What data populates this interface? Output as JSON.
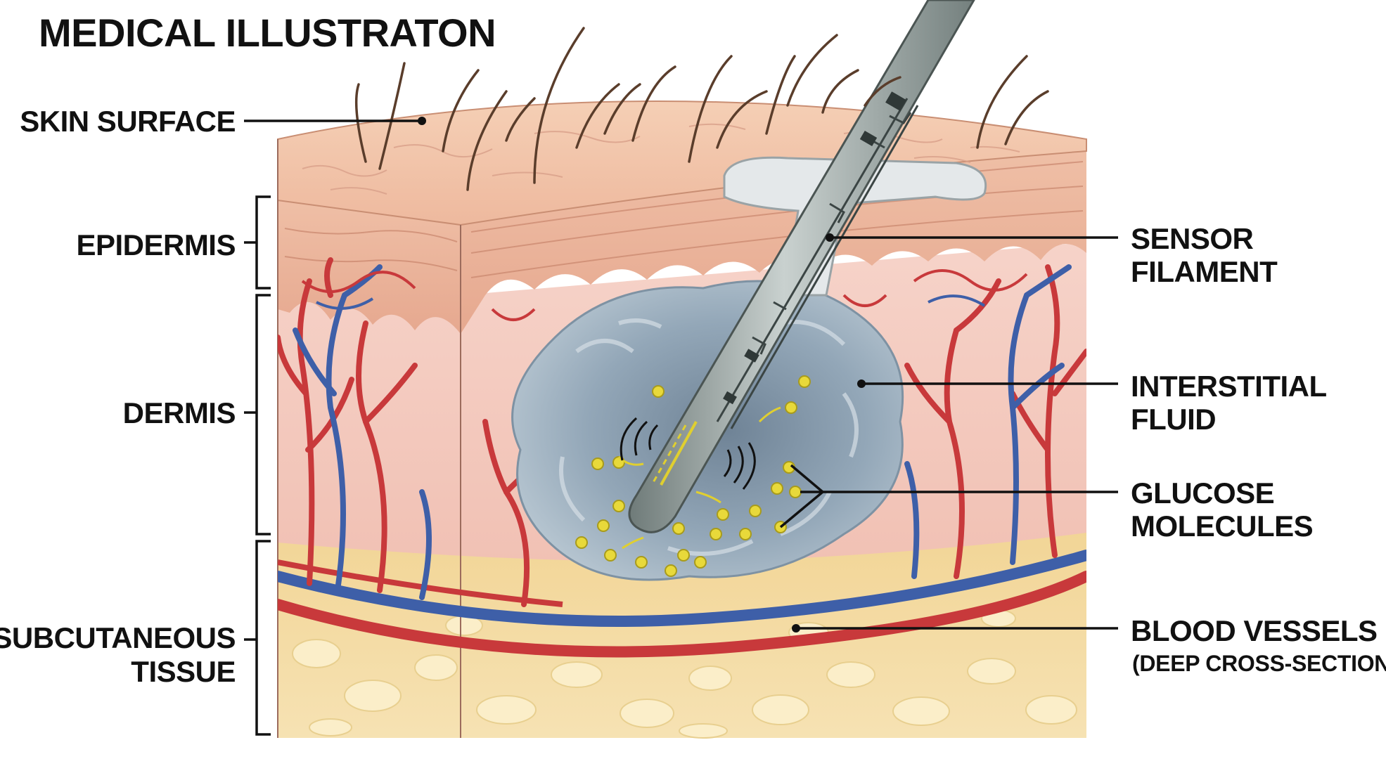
{
  "title": "MEDICAL ILLUSTRATON",
  "labels": {
    "skin_surface": "SKIN SURFACE",
    "epidermis": "EPIDERMIS",
    "dermis": "DERMIS",
    "subcutaneous_line1": "SUBCUTANEOUS",
    "subcutaneous_line2": "TISSUE",
    "sensor_line1": "SENSOR",
    "sensor_line2": "FILAMENT",
    "fluid_line1": "INTERSTITIAL",
    "fluid_line2": "FLUID",
    "glucose_line1": "GLUCOSE",
    "glucose_line2": "MOLECULES",
    "vessels_line1": "BLOOD VESSELS",
    "vessels_line2": "(DEEP CROSS-SECTION)"
  },
  "colors": {
    "skin_top": "#f2c4a8",
    "epidermis": "#ecb49b",
    "dermis": "#f3c9bd",
    "subcutaneous": "#f4dca6",
    "fat": "#f7e6b8",
    "artery": "#c8393b",
    "vein": "#3e5fa8",
    "fluid": "#8fa3b5",
    "glucose": "#e8d93a",
    "filament": "#8e9a98",
    "adhesive": "#e4e8ea",
    "hair": "#5a3d2b"
  }
}
